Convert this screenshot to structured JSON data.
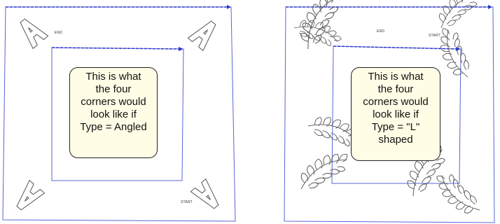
{
  "left_panel": {
    "caption_lines": [
      "This is what",
      "the four",
      "corners would",
      "look like if",
      "Type = Angled"
    ],
    "end_label": "END",
    "start_label": "START"
  },
  "right_panel": {
    "caption_lines": [
      "This is what",
      "the four",
      "corners would",
      "look like if",
      "Type = \"L\"",
      "shaped"
    ],
    "end_label": "END",
    "start_label": "START"
  },
  "colors": {
    "frame": "#5b63d6",
    "dashed_line": "#2b39c9",
    "motif_stroke": "#555555",
    "note_fill": "#fffde6"
  },
  "motifs": {
    "left_panel": "angled-A-letter",
    "right_panel": "feather-plume"
  }
}
